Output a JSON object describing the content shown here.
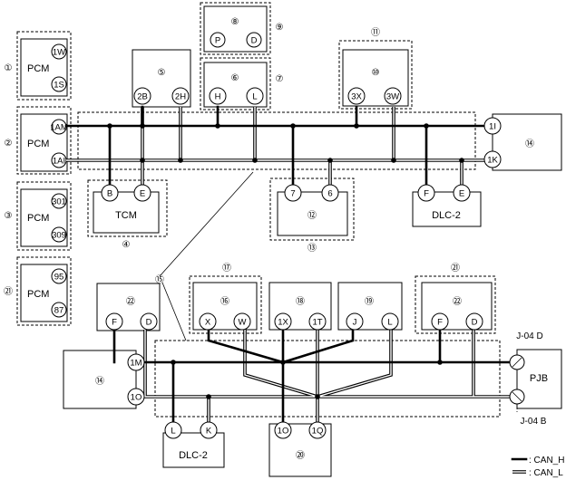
{
  "modules": {
    "pcm_a": "PCM",
    "pcm_b": "PCM",
    "pcm_c": "PCM",
    "pcm_d": "PCM",
    "tcm": "TCM",
    "dlc_top": "DLC-2",
    "dlc_bottom": "DLC-2",
    "pjb": "PJB"
  },
  "pins": {
    "p1w": "1W",
    "p1s": "1S",
    "p1am": "1AM",
    "p1ai": "1AI",
    "p301": "301",
    "p309": "309",
    "p95": "95",
    "p87": "87",
    "p2b": "2B",
    "p2h": "2H",
    "pH": "H",
    "pL": "L",
    "pP": "P",
    "pD": "D",
    "p3x": "3X",
    "p3w": "3W",
    "p1i": "1I",
    "p1k": "1K",
    "pB": "B",
    "pE": "E",
    "p7": "7",
    "p6": "6",
    "pF": "F",
    "pE2": "E",
    "pF2": "F",
    "pD2": "D",
    "pX": "X",
    "pW": "W",
    "p1x": "1X",
    "p1t": "1T",
    "pJ": "J",
    "pL2": "L",
    "pF3": "F",
    "pD3": "D",
    "p1m": "1M",
    "p1o": "1O",
    "pL3": "L",
    "pK": "K",
    "p1o2": "1O",
    "p1q": "1Q",
    "pjb_d": "J-04 D",
    "pjb_b": "J-04 B"
  },
  "callouts": {
    "c1": "①",
    "c2": "②",
    "c3": "③",
    "c4": "④",
    "c5": "⑤",
    "c6": "⑥",
    "c7": "⑦",
    "c8": "⑧",
    "c9": "⑨",
    "c10": "⑩",
    "c11": "⑪",
    "c12": "⑫",
    "c13": "⑬",
    "c14": "⑭",
    "c14b": "⑭",
    "c15": "⑮",
    "c16": "⑯",
    "c17": "⑰",
    "c18": "⑱",
    "c19": "⑲",
    "c20": "⑳",
    "c21": "㉑",
    "c21b": "㉑",
    "c22": "㉒",
    "c22b": "㉒"
  },
  "legend": {
    "can_h": ": CAN_H",
    "can_l": ": CAN_L"
  }
}
